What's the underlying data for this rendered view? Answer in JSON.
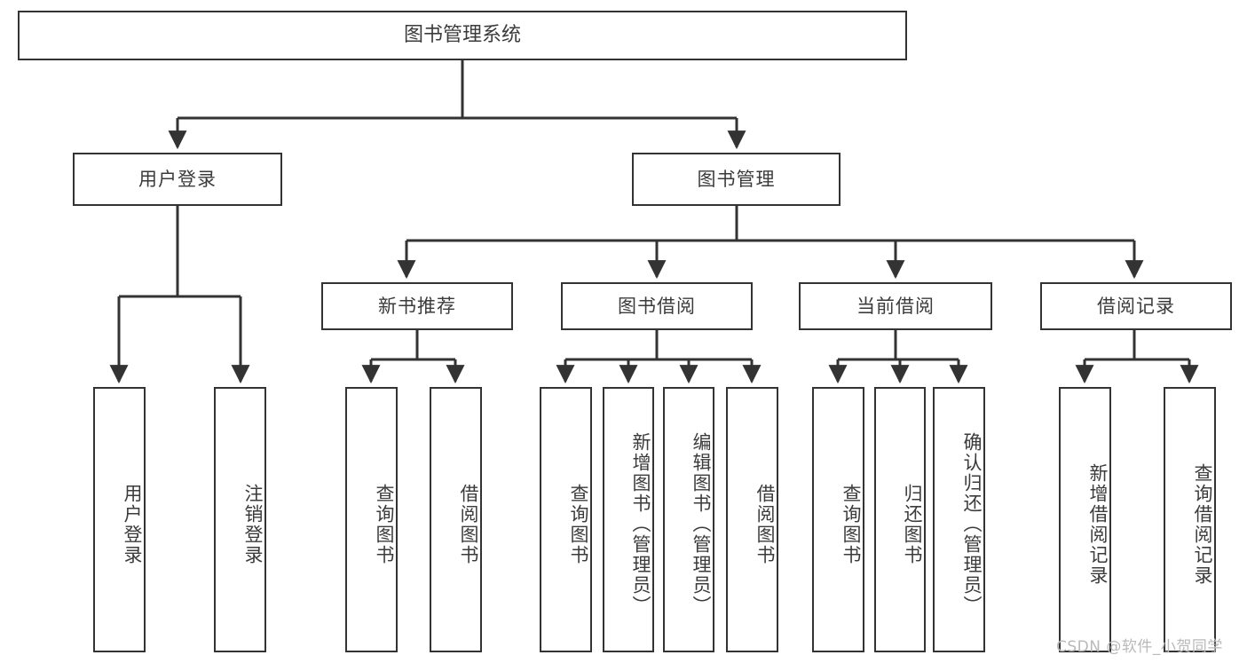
{
  "diagram": {
    "title": "图书管理系统",
    "type": "tree-hierarchy-diagram",
    "stroke_color": "#333333",
    "text_color": "#3b3b3b",
    "background_color": "#ffffff",
    "watermark": "CSDN @软件_小贺同学",
    "watermark_color": "#b9b9b9"
  },
  "nodes": {
    "root": {
      "label": "图书管理系统"
    },
    "level1": [
      {
        "label": "用户登录"
      },
      {
        "label": "图书管理"
      }
    ],
    "level2": [
      {
        "label": "新书推荐"
      },
      {
        "label": "图书借阅"
      },
      {
        "label": "当前借阅"
      },
      {
        "label": "借阅记录"
      }
    ],
    "leaves": {
      "user_login": [
        {
          "label": "用户登录"
        },
        {
          "label": "注销登录"
        }
      ],
      "new_book_recommend": [
        {
          "label": "查询图书"
        },
        {
          "label": "借阅图书"
        }
      ],
      "book_borrow": [
        {
          "label": "查询图书"
        },
        {
          "label": "新增图书（管理员）"
        },
        {
          "label": "编辑图书（管理员）"
        },
        {
          "label": "借阅图书"
        }
      ],
      "current_borrow": [
        {
          "label": "查询图书"
        },
        {
          "label": "归还图书"
        },
        {
          "label": "确认归还（管理员）"
        }
      ],
      "borrow_records": [
        {
          "label": "新增借阅记录"
        },
        {
          "label": "查询借阅记录"
        }
      ]
    }
  }
}
